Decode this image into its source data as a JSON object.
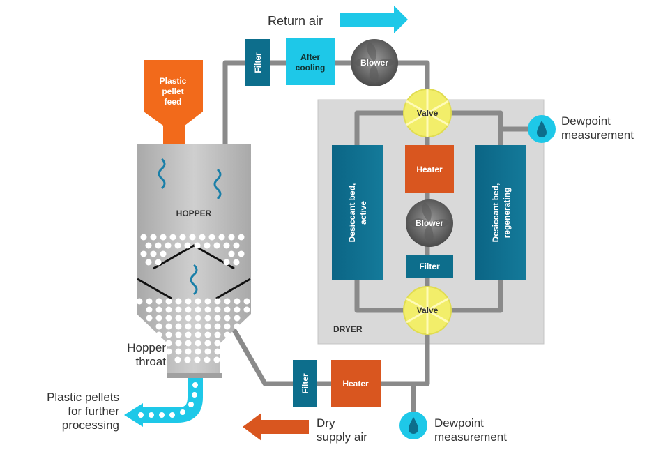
{
  "labels": {
    "return_air": "Return air",
    "filter_top": "Filter",
    "after_cooling_1": "After",
    "after_cooling_2": "cooling",
    "blower_top": "Blower",
    "feed_1": "Plastic",
    "feed_2": "pellet",
    "feed_3": "feed",
    "hopper": "HOPPER",
    "valve_top": "Valve",
    "valve_bottom": "Valve",
    "dewpoint_top_1": "Dewpoint",
    "dewpoint_top_2": "measurement",
    "bed_active_1": "Desiccant bed,",
    "bed_active_2": "active",
    "bed_regen_1": "Desiccant bed,",
    "bed_regen_2": "regenerating",
    "heater_dryer": "Heater",
    "blower_dryer": "Blower",
    "filter_dryer": "Filter",
    "dryer": "DRYER",
    "hopper_throat_1": "Hopper",
    "hopper_throat_2": "throat",
    "filter_bottom": "Filter",
    "heater_bottom": "Heater",
    "pellets_out_1": "Plastic pellets",
    "pellets_out_2": "for further",
    "pellets_out_3": "processing",
    "dry_supply_1": "Dry",
    "dry_supply_2": "supply air",
    "dewpoint_bottom_1": "Dewpoint",
    "dewpoint_bottom_2": "measurement"
  },
  "colors": {
    "pipe": "#8a8a8a",
    "cyan": "#1ec8e8",
    "teal": "#0d6e8c",
    "orange_red": "#d9561f",
    "feed_orange": "#f26a1b",
    "valve_yellow": "#f2ee6a",
    "hopper_grey": "#b8b8b8",
    "dryer_bg": "#d9d9d9",
    "text_dark": "#333333"
  }
}
